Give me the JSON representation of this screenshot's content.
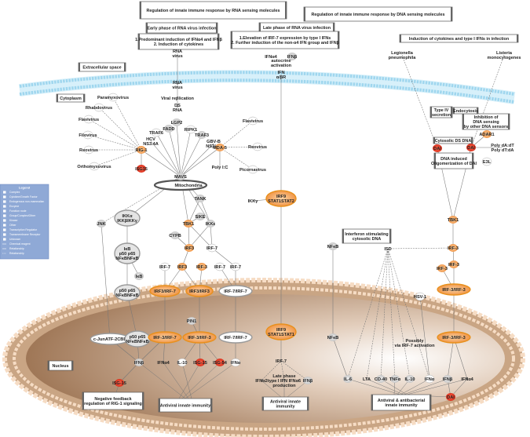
{
  "headers": {
    "rna_title": "Regulation of innate immune response by RNA sensing molecules",
    "dna_title": "Regulation of innate immune response by DNA sensing molecules",
    "early_phase": "Early phase of RNA virus infection",
    "early_desc": [
      "1.Predominant induction of IFNα4 and IFNβ",
      "2. Induction of cytokines"
    ],
    "late_phase": "Late phase of RNA virus infection",
    "late_desc": [
      "1.Elevation of IRF-7 expression by type I IFNs",
      "2. Further induction of the non-α4 IFN group and IFNβ"
    ],
    "infection_title": "Induction of cytokines and type I IFNs in infection"
  },
  "compartments": {
    "extracellular": "Extracellular space",
    "cytoplasm": "Cytoplasm",
    "nucleus": "Nucleus",
    "mitochondria": "Mitochondria"
  },
  "function_boxes": [
    {
      "lines": [
        "Negative feedback",
        "regulation of RIG-1 signaling"
      ]
    },
    {
      "lines": [
        "Antiviral innate immunity"
      ]
    },
    {
      "lines": [
        "Antiviral innate",
        "immunity"
      ]
    },
    {
      "lines": [
        "Antiviral & antibacterial",
        "innate immunity"
      ]
    },
    {
      "lines": [
        "Interferon stimulating",
        "cytosolic DNA"
      ]
    },
    {
      "lines": [
        "Inhibition of",
        "DNA sensing",
        "by other DNA sensors"
      ]
    },
    {
      "lines": [
        "DNA induced",
        "Oligomerization of DAI"
      ]
    },
    {
      "lines": [
        "Type IV",
        "secretion"
      ]
    },
    {
      "lines": [
        "Endocytosis"
      ]
    },
    {
      "lines": [
        "Cytosolic DS DNA"
      ]
    }
  ],
  "nodes": [
    {
      "lines": [
        "RNA",
        "virus"
      ],
      "kind": "text"
    },
    {
      "lines": [
        "RNA",
        "virus"
      ],
      "kind": "text"
    },
    {
      "lines": [
        "Viral replication"
      ],
      "kind": "text"
    },
    {
      "lines": [
        "DS",
        "RNA"
      ],
      "kind": "text"
    },
    {
      "lines": [
        "LGP2"
      ],
      "kind": "gray"
    },
    {
      "lines": [
        "FADD"
      ],
      "kind": "gray"
    },
    {
      "lines": [
        "TRAF6"
      ],
      "kind": "white"
    },
    {
      "lines": [
        "RIPK1"
      ],
      "kind": "white"
    },
    {
      "lines": [
        "TRAF3"
      ],
      "kind": "gray"
    },
    {
      "lines": [
        "HCV",
        "NS3.4A"
      ],
      "kind": "text"
    },
    {
      "lines": [
        "GBV-B",
        "NS3/4A"
      ],
      "kind": "text"
    },
    {
      "lines": [
        "RIG-1"
      ],
      "kind": "orange"
    },
    {
      "lines": [
        "MDA-5"
      ],
      "kind": "orange"
    },
    {
      "lines": [
        "Paramyxovirus"
      ],
      "kind": "white"
    },
    {
      "lines": [
        "Rhabdovirus"
      ],
      "kind": "white"
    },
    {
      "lines": [
        "Flavivirus"
      ],
      "kind": "white"
    },
    {
      "lines": [
        "Filovirus"
      ],
      "kind": "white"
    },
    {
      "lines": [
        "Reovirus"
      ],
      "kind": "white"
    },
    {
      "lines": [
        "Orthomyxovirus"
      ],
      "kind": "white"
    },
    {
      "lines": [
        "ISG15"
      ],
      "kind": "red"
    },
    {
      "lines": [
        "Poly I:C"
      ],
      "kind": "text"
    },
    {
      "lines": [
        "Picornavirus"
      ],
      "kind": "white"
    },
    {
      "lines": [
        "Flavivirus"
      ],
      "kind": "white"
    },
    {
      "lines": [
        "Reovirus"
      ],
      "kind": "white"
    },
    {
      "lines": [
        "MAVS"
      ],
      "kind": "gray"
    },
    {
      "lines": [
        "TANK"
      ],
      "kind": "gray"
    },
    {
      "lines": [
        "SIKE"
      ],
      "kind": "gray"
    },
    {
      "lines": [
        "TBK1"
      ],
      "kind": "orange"
    },
    {
      "lines": [
        "IKKε"
      ],
      "kind": "gray"
    },
    {
      "lines": [
        "IKKα",
        "IKKβIKKγ"
      ],
      "kind": "complexgray"
    },
    {
      "lines": [
        "JNK"
      ],
      "kind": "gray"
    },
    {
      "lines": [
        "CYPB"
      ],
      "kind": "gray"
    },
    {
      "lines": [
        "IRF3"
      ],
      "kind": "orange"
    },
    {
      "lines": [
        "IRF-7"
      ],
      "kind": "white"
    },
    {
      "lines": [
        "IκB",
        "p50 p65",
        "NFκBNFκB"
      ],
      "kind": "complexgray"
    },
    {
      "lines": [
        "IκB"
      ],
      "kind": "gray"
    },
    {
      "lines": [
        "IRF-7"
      ],
      "kind": "white"
    },
    {
      "lines": [
        "IRF3"
      ],
      "kind": "orange"
    },
    {
      "lines": [
        "IRF-3"
      ],
      "kind": "orange"
    },
    {
      "lines": [
        "IRF-7"
      ],
      "kind": "white"
    },
    {
      "lines": [
        "IRF-7"
      ],
      "kind": "white"
    },
    {
      "lines": [
        "IRF3/IRF-7"
      ],
      "kind": "complexorange"
    },
    {
      "lines": [
        "IRF3/IRF3"
      ],
      "kind": "complexorange"
    },
    {
      "lines": [
        "IRF-7/IRF-7"
      ],
      "kind": "complexwhite"
    },
    {
      "lines": [
        "p50 p65",
        "NFκBNFκB"
      ],
      "kind": "complexgray"
    },
    {
      "lines": [
        "IKKγ"
      ],
      "kind": "text"
    },
    {
      "lines": [
        "IRF9",
        "STAT1STAT2"
      ],
      "kind": "complexorange"
    },
    {
      "lines": [
        "IFNα4"
      ],
      "kind": "text"
    },
    {
      "lines": [
        "IFNβ"
      ],
      "kind": "gray"
    },
    {
      "lines": [
        "autocrine",
        "activation"
      ],
      "kind": "text"
    },
    {
      "lines": [
        "IFN",
        "α/βR"
      ],
      "kind": "text"
    },
    {
      "lines": [
        "c-JunATF-2CBP"
      ],
      "kind": "complexwhite"
    },
    {
      "lines": [
        "p50 p65",
        "NFκBNFκB"
      ],
      "kind": "complexgray"
    },
    {
      "lines": [
        "IRF-3/IRF-7"
      ],
      "kind": "complexorange"
    },
    {
      "lines": [
        "PIN1"
      ],
      "kind": "gray"
    },
    {
      "lines": [
        "IRF-3/IRF-3"
      ],
      "kind": "complexorange"
    },
    {
      "lines": [
        "IRF-7/IRF-7"
      ],
      "kind": "complexwhite"
    },
    {
      "lines": [
        "IFNβ"
      ],
      "kind": "gray"
    },
    {
      "lines": [
        "IFNα4"
      ],
      "kind": "text"
    },
    {
      "lines": [
        "IL-10"
      ],
      "kind": "white"
    },
    {
      "lines": [
        "ISG-15"
      ],
      "kind": "red"
    },
    {
      "lines": [
        "ISG-54"
      ],
      "kind": "red"
    },
    {
      "lines": [
        "IFNα"
      ],
      "kind": "white"
    },
    {
      "lines": [
        "ISG-15"
      ],
      "kind": "red"
    },
    {
      "lines": [
        "IRF9",
        "STAT1STAT1"
      ],
      "kind": "complexorange"
    },
    {
      "lines": [
        "IRF-7"
      ],
      "kind": "text"
    },
    {
      "lines": [
        "IFNα2"
      ],
      "kind": "text"
    },
    {
      "lines": [
        "Late phase",
        "type I IFN IFNα6",
        "production"
      ],
      "kind": "text"
    },
    {
      "lines": [
        "IFNβ"
      ],
      "kind": "gray"
    },
    {
      "lines": [
        "Legionella",
        "pneumophila"
      ],
      "kind": "text"
    },
    {
      "lines": [
        "Listeria",
        "monocytogenes"
      ],
      "kind": "text"
    },
    {
      "lines": [
        "ADAR1"
      ],
      "kind": "orange"
    },
    {
      "lines": [
        "DAI"
      ],
      "kind": "red"
    },
    {
      "lines": [
        "DAI"
      ],
      "kind": "red"
    },
    {
      "lines": [
        "Poly dA:dT",
        "Poly dT:dA"
      ],
      "kind": "text"
    },
    {
      "lines": [
        "E3L"
      ],
      "kind": "white"
    },
    {
      "lines": [
        "TBK1"
      ],
      "kind": "orange"
    },
    {
      "lines": [
        "NFκB"
      ],
      "kind": "gray"
    },
    {
      "lines": [
        "ISD"
      ],
      "kind": "text"
    },
    {
      "lines": [
        "IRF-3"
      ],
      "kind": "orange"
    },
    {
      "lines": [
        "IRF-3"
      ],
      "kind": "orange"
    },
    {
      "lines": [
        "IRF-3"
      ],
      "kind": "orange"
    },
    {
      "lines": [
        "IRF-3/IRF-3"
      ],
      "kind": "complexorange"
    },
    {
      "lines": [
        "HSV-1"
      ],
      "kind": "white"
    },
    {
      "lines": [
        "NFκB"
      ],
      "kind": "gray"
    },
    {
      "lines": [
        "Possibly",
        "via IRF-7 activation"
      ],
      "kind": "text"
    },
    {
      "lines": [
        "IRF-3/IRF-3"
      ],
      "kind": "complexorange"
    },
    {
      "lines": [
        "IL-6"
      ],
      "kind": "gray"
    },
    {
      "lines": [
        "LTA"
      ],
      "kind": "text"
    },
    {
      "lines": [
        "CD-40"
      ],
      "kind": "gray"
    },
    {
      "lines": [
        "TNFα"
      ],
      "kind": "gray"
    },
    {
      "lines": [
        "IL-10"
      ],
      "kind": "gray"
    },
    {
      "lines": [
        "IFNα"
      ],
      "kind": "white"
    },
    {
      "lines": [
        "IFNβ"
      ],
      "kind": "gray"
    },
    {
      "lines": [
        "IFNα4"
      ],
      "kind": "text"
    },
    {
      "lines": [
        "DAI"
      ],
      "kind": "red"
    }
  ],
  "legend": {
    "title": "Legend",
    "items": [
      "Complex",
      "Cytokine/Growth Factor",
      "Endogenous non-mammalian",
      "Enzyme",
      "Function node",
      "Group/Complex/Other",
      "Kinase",
      "Other",
      "Transcription Regulator",
      "Transmembrane Receptor",
      "Unknown",
      "Chemical reagent",
      "Relationship",
      "Relationship"
    ]
  },
  "colors": {
    "membrane": "#bfe6f5",
    "nucleus_dark": "#9c7352",
    "nucleus_light": "#ffffff",
    "orange_node": "#f3a35c",
    "red_node": "#e2311d",
    "gray_node": "#d6d6d6",
    "legend_bg": "#8fa9d6"
  }
}
